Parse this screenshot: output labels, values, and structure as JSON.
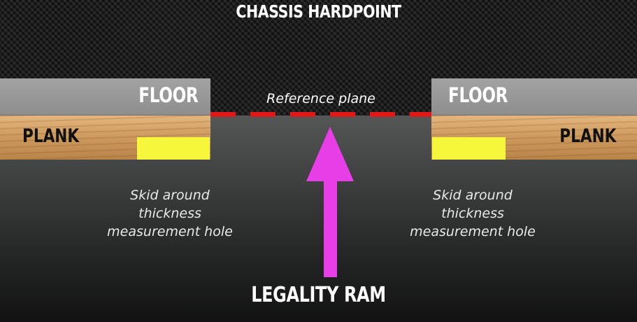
{
  "diagram": {
    "title": "CHASSIS HARDPOINT",
    "floor_left_label": "FLOOR",
    "floor_right_label": "FLOOR",
    "plank_left_label": "PLANK",
    "plank_right_label": "PLANK",
    "reference_plane_label": "Reference plane",
    "skid_note_left_lines": [
      "Skid around",
      "thickness",
      "measurement hole"
    ],
    "skid_note_right_lines": [
      "Skid around",
      "thickness",
      "measurement hole"
    ],
    "ram_label": "LEGALITY RAM"
  },
  "colors": {
    "floor": "#999999",
    "plank": "#d4a268",
    "skid": "#f6f63c",
    "reference_plane": "#e01818",
    "ram_arrow": "#e83ee8",
    "text": "#ffffff"
  }
}
